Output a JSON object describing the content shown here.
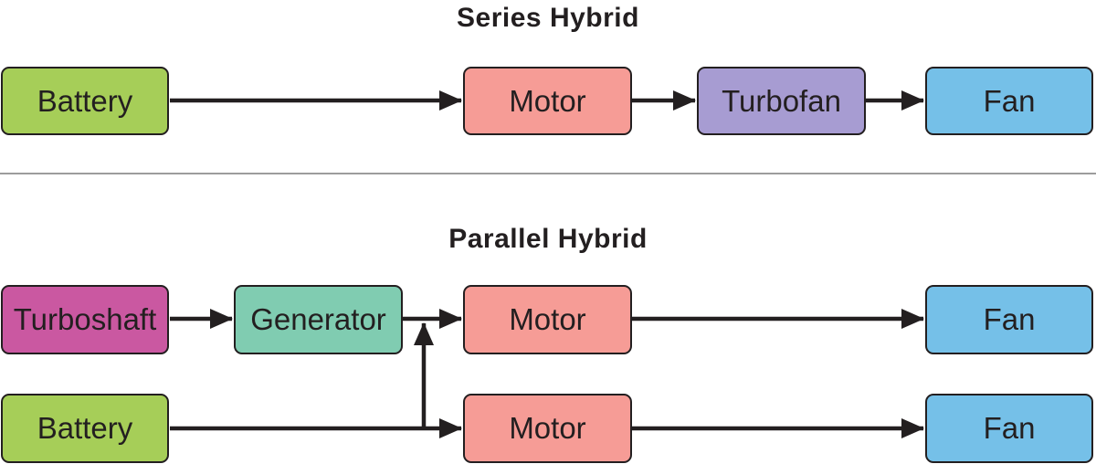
{
  "colors": {
    "outline": "#231f20",
    "arrow": "#231f20",
    "text": "#231f20",
    "divider": "#9c9c9c",
    "green": "#a6ce58",
    "salmon": "#f69c96",
    "purple": "#a79cd2",
    "blue": "#75c0e8",
    "magenta": "#ca58a1",
    "teal": "#80ccb1"
  },
  "series": {
    "title": "Series Hybrid",
    "nodes": [
      {
        "label": "Battery",
        "fill": "#a6ce58"
      },
      {
        "label": "Motor",
        "fill": "#f69c96"
      },
      {
        "label": "Turbofan",
        "fill": "#a79cd2"
      },
      {
        "label": "Fan",
        "fill": "#75c0e8"
      }
    ]
  },
  "parallel": {
    "title": "Parallel Hybrid",
    "row1": [
      {
        "label": "Turboshaft",
        "fill": "#ca58a1"
      },
      {
        "label": "Generator",
        "fill": "#80ccb1"
      },
      {
        "label": "Motor",
        "fill": "#f69c96"
      },
      {
        "label": "Fan",
        "fill": "#75c0e8"
      }
    ],
    "row2": [
      {
        "label": "Battery",
        "fill": "#a6ce58"
      },
      {
        "label": "Motor",
        "fill": "#f69c96"
      },
      {
        "label": "Fan",
        "fill": "#75c0e8"
      }
    ]
  }
}
